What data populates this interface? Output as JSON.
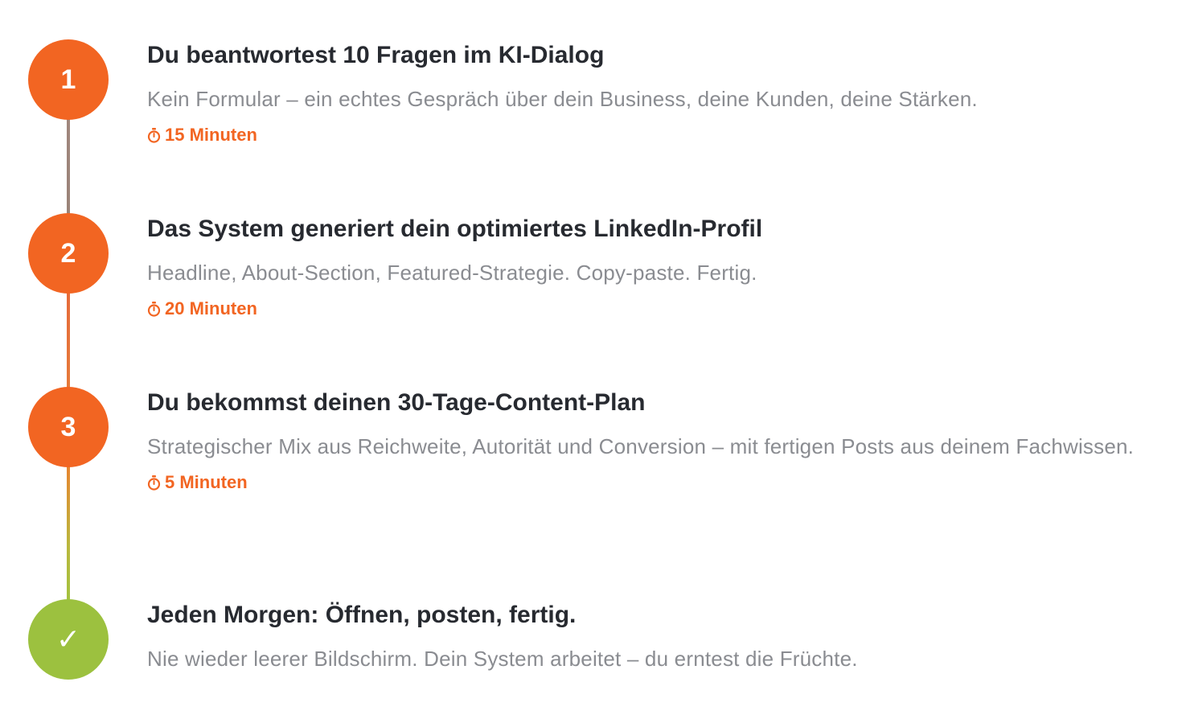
{
  "steps": [
    {
      "marker": "1",
      "title": "Du beantwortest 10 Fragen im KI-Dialog",
      "description": "Kein Formular – ein echtes Gespräch über dein Business, deine Kunden, deine Stärken.",
      "duration": "15 Minuten"
    },
    {
      "marker": "2",
      "title": "Das System generiert dein optimiertes LinkedIn-Profil",
      "description": "Headline, About-Section, Featured-Strategie. Copy-paste. Fertig.",
      "duration": "20 Minuten"
    },
    {
      "marker": "3",
      "title": "Du bekommst deinen 30-Tage-Content-Plan",
      "description": "Strategischer Mix aus Reichweite, Autorität und Conversion – mit fertigen Posts aus deinem Fachwissen.",
      "duration": "5 Minuten"
    },
    {
      "marker": "✓",
      "title": "Jeden Morgen: Öffnen, posten, fertig.",
      "description": "Nie wieder leerer Bildschirm. Dein System arbeitet – du erntest die Früchte."
    }
  ],
  "icons": {
    "duration": "stopwatch-icon",
    "final_marker": "checkmark-icon"
  },
  "colors": {
    "accent": "#f26522",
    "success": "#9cc13f",
    "title": "#272a30",
    "description": "#8a8c91"
  }
}
